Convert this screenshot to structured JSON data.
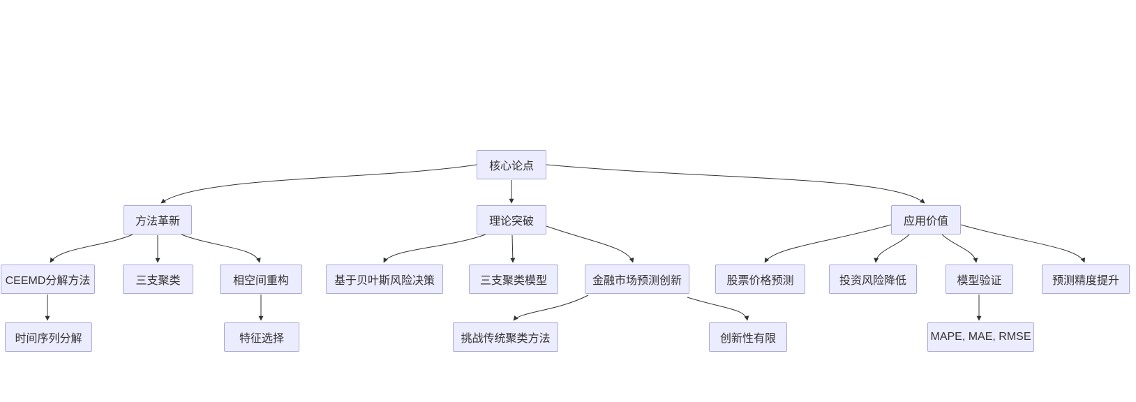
{
  "diagram": {
    "type": "flowchart-top-down",
    "colors": {
      "background": "#ffffff",
      "node_fill": "#ECECFF",
      "node_border": "#a9a9d9",
      "edge_color": "#333333",
      "text_color": "#333333"
    },
    "nodes": [
      {
        "id": "core-thesis",
        "label": "核心论点"
      },
      {
        "id": "method-innovation",
        "label": "方法革新"
      },
      {
        "id": "theory-breakthrough",
        "label": "理论突破"
      },
      {
        "id": "application-value",
        "label": "应用价值"
      },
      {
        "id": "ceemd-decomposition",
        "label": "CEEMD分解方法"
      },
      {
        "id": "three-way-clustering",
        "label": "三支聚类"
      },
      {
        "id": "phase-space-reconstruction",
        "label": "相空间重构"
      },
      {
        "id": "bayesian-risk-decision",
        "label": "基于贝叶斯风险决策"
      },
      {
        "id": "three-way-clustering-model",
        "label": "三支聚类模型"
      },
      {
        "id": "financial-market-forecast-innovation",
        "label": "金融市场预测创新"
      },
      {
        "id": "stock-price-prediction",
        "label": "股票价格预测"
      },
      {
        "id": "investment-risk-reduction",
        "label": "投资风险降低"
      },
      {
        "id": "model-validation",
        "label": "模型验证"
      },
      {
        "id": "forecast-accuracy-improvement",
        "label": "预测精度提升"
      },
      {
        "id": "time-series-decomposition",
        "label": "时间序列分解"
      },
      {
        "id": "feature-selection",
        "label": "特征选择"
      },
      {
        "id": "challenge-traditional-clustering",
        "label": "挑战传统聚类方法"
      },
      {
        "id": "limited-novelty",
        "label": "创新性有限"
      },
      {
        "id": "error-metrics",
        "label": "MAPE, MAE, RMSE"
      }
    ],
    "edges": [
      {
        "from": "core-thesis",
        "to": "method-innovation"
      },
      {
        "from": "core-thesis",
        "to": "theory-breakthrough"
      },
      {
        "from": "core-thesis",
        "to": "application-value"
      },
      {
        "from": "method-innovation",
        "to": "ceemd-decomposition"
      },
      {
        "from": "method-innovation",
        "to": "three-way-clustering"
      },
      {
        "from": "method-innovation",
        "to": "phase-space-reconstruction"
      },
      {
        "from": "theory-breakthrough",
        "to": "bayesian-risk-decision"
      },
      {
        "from": "theory-breakthrough",
        "to": "three-way-clustering-model"
      },
      {
        "from": "theory-breakthrough",
        "to": "financial-market-forecast-innovation"
      },
      {
        "from": "application-value",
        "to": "stock-price-prediction"
      },
      {
        "from": "application-value",
        "to": "investment-risk-reduction"
      },
      {
        "from": "application-value",
        "to": "model-validation"
      },
      {
        "from": "application-value",
        "to": "forecast-accuracy-improvement"
      },
      {
        "from": "ceemd-decomposition",
        "to": "time-series-decomposition"
      },
      {
        "from": "phase-space-reconstruction",
        "to": "feature-selection"
      },
      {
        "from": "financial-market-forecast-innovation",
        "to": "challenge-traditional-clustering"
      },
      {
        "from": "financial-market-forecast-innovation",
        "to": "limited-novelty"
      },
      {
        "from": "model-validation",
        "to": "error-metrics"
      }
    ]
  }
}
